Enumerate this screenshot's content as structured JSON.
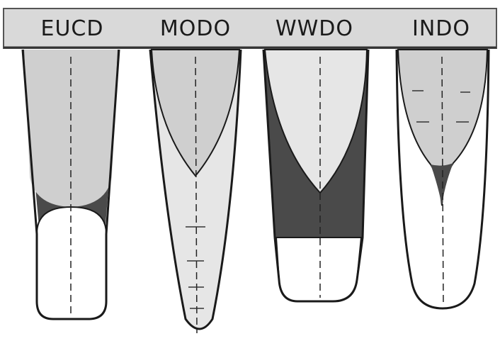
{
  "labels": [
    "EUCD",
    "MODO",
    "WWDO",
    "INDO"
  ],
  "colors": {
    "board": "#d9d9d9",
    "board_edge": "#555555",
    "light_gray": "#cfcfcf",
    "pale_gray": "#e6e6e6",
    "dark_gray": "#4a4a4a",
    "white": "#ffffff",
    "outline": "#1a1a1a"
  }
}
